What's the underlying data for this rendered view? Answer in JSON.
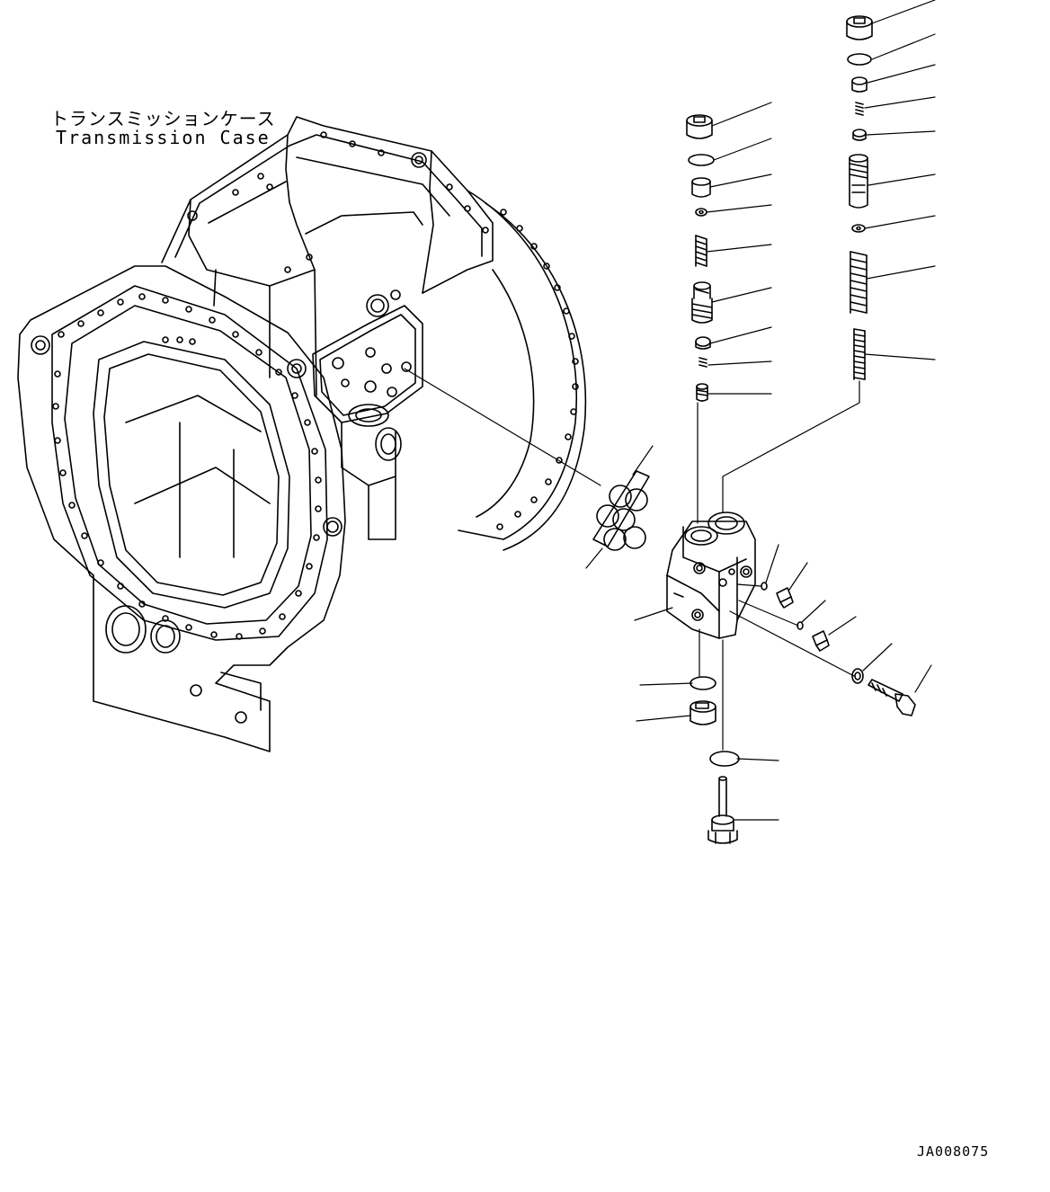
{
  "case_label": {
    "japanese": "トランスミッションケース",
    "english": "Transmission Case"
  },
  "drawing_code": "JA008075"
}
